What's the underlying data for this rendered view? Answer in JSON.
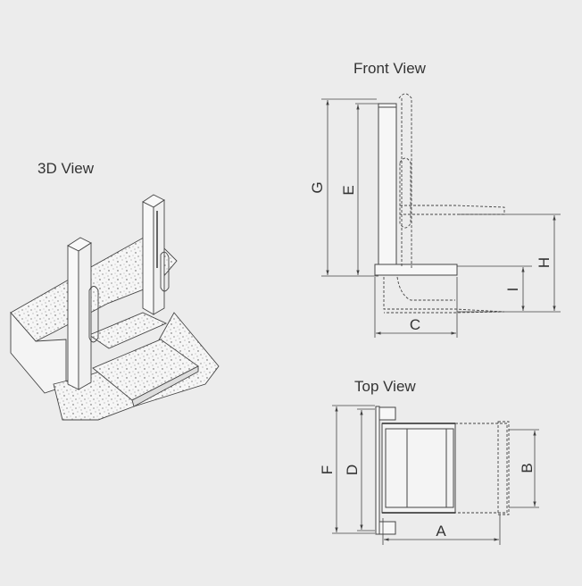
{
  "views": {
    "three_d": {
      "title": "3D View"
    },
    "front": {
      "title": "Front View",
      "dimensions": {
        "G": "G",
        "E": "E",
        "H": "H",
        "I": "I",
        "C": "C"
      }
    },
    "top": {
      "title": "Top View",
      "dimensions": {
        "F": "F",
        "D": "D",
        "B": "B",
        "A": "A"
      }
    }
  },
  "colors": {
    "background": "#ececec",
    "line": "#444444",
    "concrete": "#f5f5f5"
  }
}
